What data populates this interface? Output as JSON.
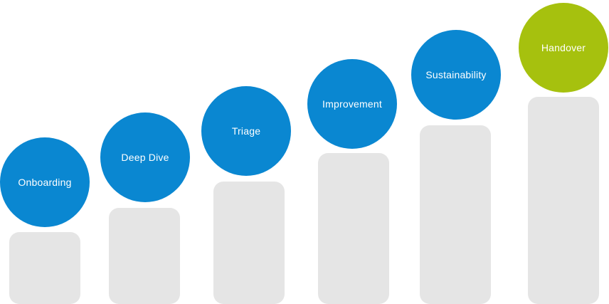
{
  "steps": [
    {
      "label": "Onboarding"
    },
    {
      "label": "Deep Dive"
    },
    {
      "label": "Triage"
    },
    {
      "label": "Improvement"
    },
    {
      "label": "Sustainability"
    },
    {
      "label": "Handover"
    }
  ],
  "colors": {
    "step_circle": "#0a87d1",
    "final_circle": "#a6c10e",
    "pillar": "#e5e5e5",
    "label_text": "#ffffff"
  }
}
